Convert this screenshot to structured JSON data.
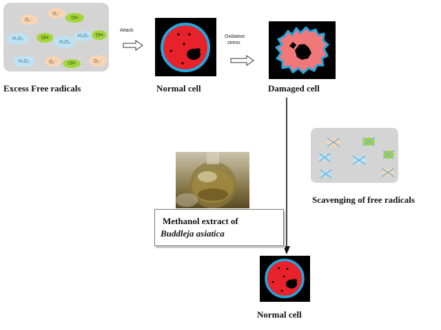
{
  "free_radicals_box": {
    "label": "Excess Free radicals",
    "items": [
      {
        "text": "O₂⁻",
        "kind": "peach"
      },
      {
        "text": "O₂⁻",
        "kind": "peach"
      },
      {
        "text": "OH",
        "kind": "green"
      },
      {
        "text": "OH",
        "kind": "green"
      },
      {
        "text": "H₂O₂",
        "kind": "blue"
      },
      {
        "text": "H₂O₂",
        "kind": "blue"
      },
      {
        "text": "H₂O₂",
        "kind": "blue"
      },
      {
        "text": "OH",
        "kind": "green"
      },
      {
        "text": "H₂O₂",
        "kind": "blue"
      },
      {
        "text": "O₂⁻",
        "kind": "peach"
      },
      {
        "text": "OH",
        "kind": "green"
      },
      {
        "text": "O₂⁻",
        "kind": "peach"
      }
    ]
  },
  "arrow_labels": {
    "attack": "Attack",
    "oxidative_stress_line1": "Oxidative",
    "oxidative_stress_line2": "stress"
  },
  "cells": {
    "normal_top": "Normal cell",
    "damaged": "Damaged cell",
    "normal_bottom": "Normal cell"
  },
  "scavenging": {
    "label": "Scavenging of free radicals"
  },
  "extract": {
    "line1": "Methanol extract of",
    "line2": "Buddleja asiatica"
  },
  "colors": {
    "cell_fill": "#e8222b",
    "cell_border": "#22a8e0",
    "damaged_fill": "#f07878",
    "nucleus": "#000000",
    "peach": "#f8d5b5",
    "blue": "#bfe3f3",
    "green": "#a4d63a"
  }
}
